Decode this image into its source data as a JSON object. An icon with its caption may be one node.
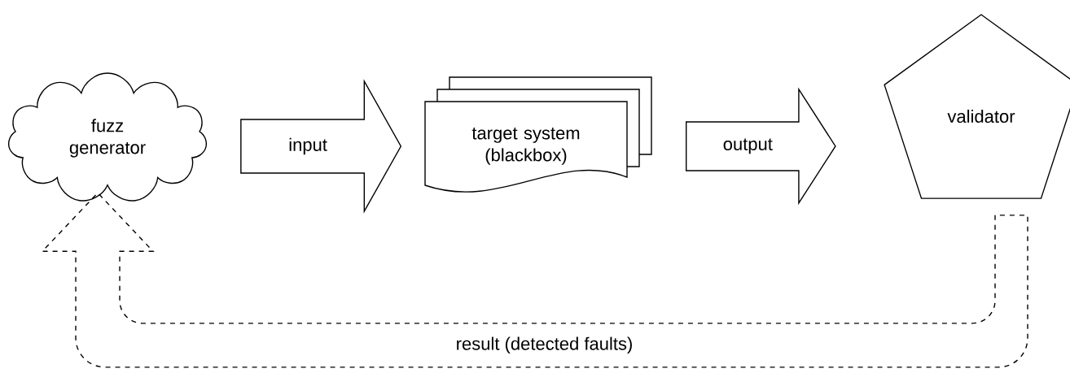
{
  "diagram": {
    "nodes": [
      {
        "text": [
          "fuzz generator"
        ]
      },
      {
        "text": [
          "target system (blackbox)"
        ]
      },
      {
        "text": [
          "validator"
        ]
      }
    ],
    "edges": [
      {
        "from": 0,
        "to": 1,
        "arrow": "to",
        "label": "input"
      },
      {
        "from": 1,
        "to": 2,
        "arrow": "to",
        "label": "output"
      },
      {
        "from": 2,
        "to": 0,
        "arrow": "to",
        "label": "result (detected faults)",
        "style": "dashed"
      }
    ]
  }
}
